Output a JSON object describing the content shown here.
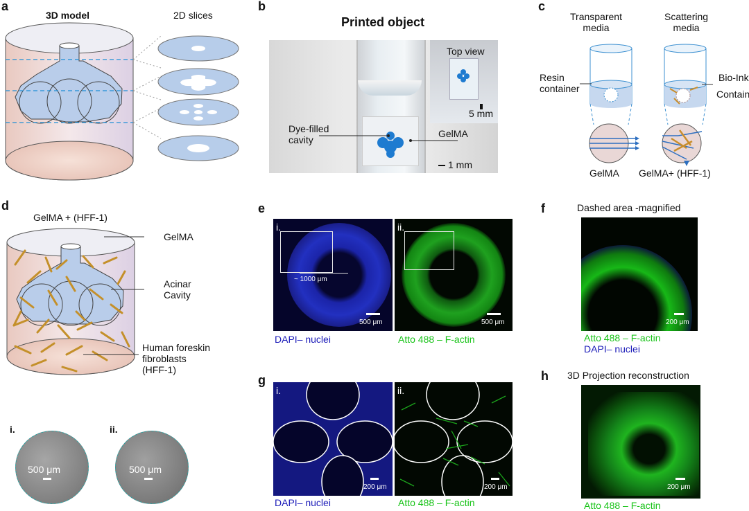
{
  "panels": {
    "a": {
      "letter": "a",
      "title_3d": "3D model",
      "title_2d": "2D slices"
    },
    "b": {
      "letter": "b",
      "title": "Printed object",
      "top_view": "Top view",
      "scale_top": "5 mm",
      "dye": "Dye-filled\ncavity",
      "gelma": "GelMA",
      "scale_main": "1 mm"
    },
    "c": {
      "letter": "c",
      "transparent": "Transparent\nmedia",
      "scattering": "Scattering\nmedia",
      "resin": "Resin\ncontainer",
      "bioink": "Bio-Ink",
      "container": "Container",
      "gelma": "GelMA",
      "gelma_hff": "GelMA+ (HFF-1)"
    },
    "d": {
      "letter": "d",
      "title": "GelMA + (HFF-1)",
      "gelma": "GelMA",
      "acinar": "Acinar\nCavity",
      "fibro": "Human foreskin\nfibroblasts\n(HFF-1)",
      "sub_i": "i.",
      "sub_ii": "ii.",
      "scale_i": "500 μm",
      "scale_ii": "500 μm"
    },
    "e": {
      "letter": "e",
      "sub_i": "i.",
      "sub_ii": "ii.",
      "dist": "~ 1000 μm",
      "scale_i": "500 μm",
      "scale_ii": "500 μm",
      "cap_i": "DAPI– nuclei",
      "cap_ii": "Atto 488 – F-actin"
    },
    "f": {
      "letter": "f",
      "title": "Dashed area -magnified",
      "scale": "200 μm",
      "cap1": "Atto 488 – F-actin",
      "cap2": "DAPI– nuclei"
    },
    "g": {
      "letter": "g",
      "sub_i": "i.",
      "sub_ii": "ii.",
      "scale_i": "200 μm",
      "scale_ii": "200 μm",
      "cap_i": "DAPI– nuclei",
      "cap_ii": "Atto 488 – F-actin"
    },
    "h": {
      "letter": "h",
      "title": "3D Projection reconstruction",
      "scale": "200 μm",
      "cap": "Atto 488 – F-actin"
    }
  },
  "colors": {
    "dapi_blue": "#1a1ab8",
    "actin_green": "#17c317",
    "gel_blue": "#bcd3ee",
    "dashed_blue": "#1f8fd6"
  }
}
